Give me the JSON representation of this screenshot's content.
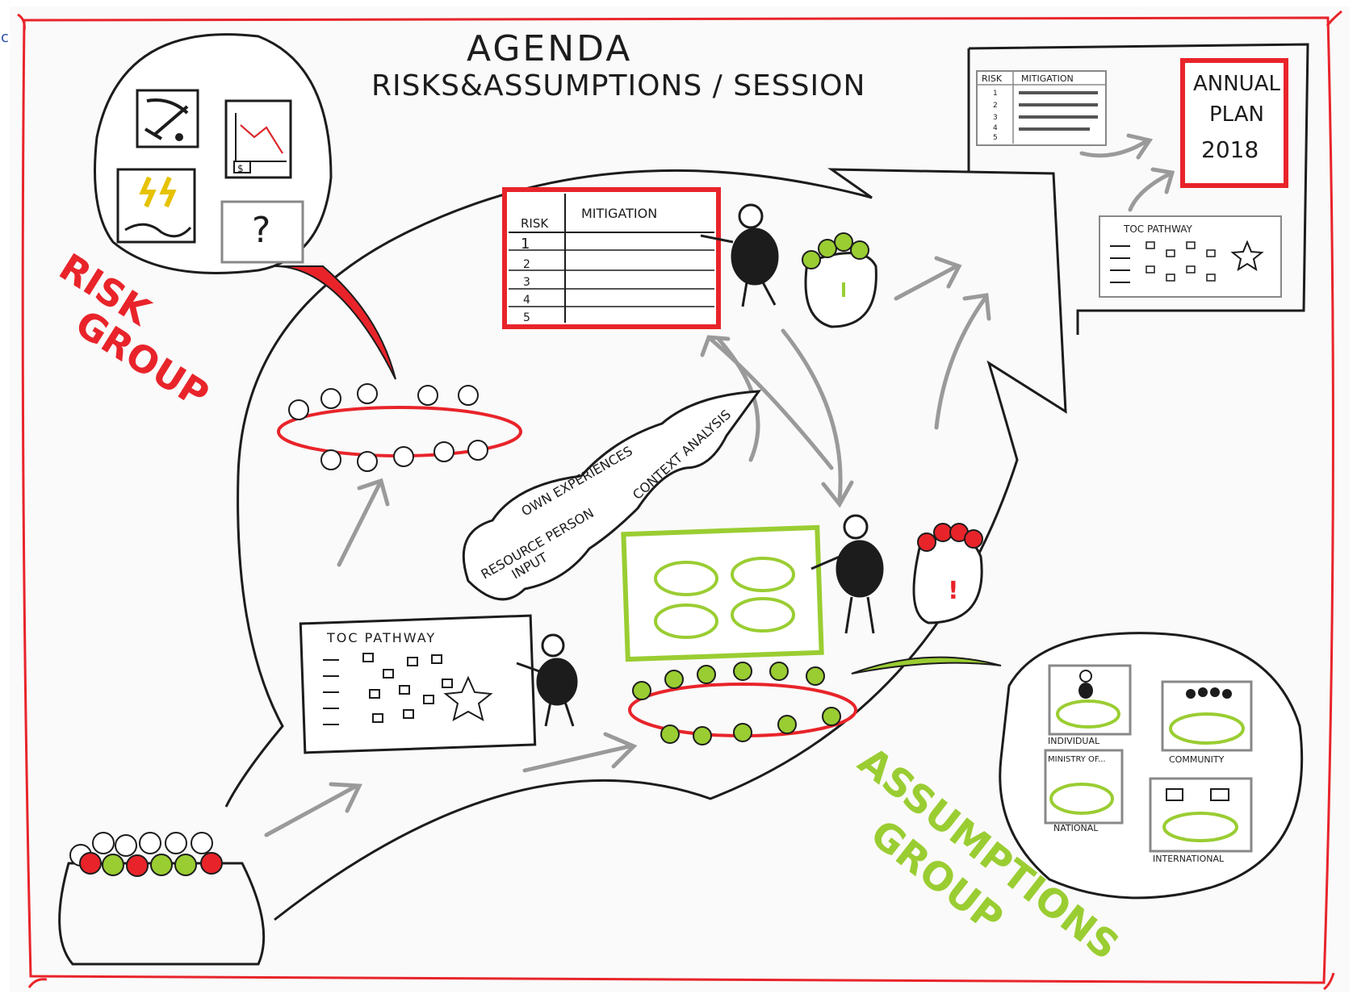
{
  "corner_mark": "c",
  "title": {
    "line1": "AGENDA",
    "line2": "RISKS&ASSUMPTIONS / SESSION"
  },
  "risk_group": {
    "line1": "RISK",
    "line2": "GROUP"
  },
  "assumptions_group": {
    "line1": "ASSUMPTIONS",
    "line2": "GROUP"
  },
  "risk_table": {
    "col_risk": "RISK",
    "col_mitigation": "MITIGATION",
    "rows": [
      "1",
      "2",
      "3",
      "4",
      "5"
    ]
  },
  "mini_risk_table": {
    "col_risk": "RISK",
    "col_mitigation": "MITIGATION",
    "rows": [
      "1",
      "2",
      "3",
      "4",
      "5"
    ]
  },
  "annual_plan": {
    "line1": "ANNUAL",
    "line2": "PLAN",
    "line3": "2018"
  },
  "toc_pathway": {
    "label": "TOC PATHWAY"
  },
  "mini_toc_pathway": {
    "label": "TOC PATHWAY"
  },
  "risk_icons": {
    "question_mark": "?",
    "price_label": "$"
  },
  "puzzle": {
    "own_experiences": "OWN EXPERIENCES",
    "context_analysis": "CONTEXT ANALYSIS",
    "resource_person": "RESOURCE PERSON",
    "input": "INPUT"
  },
  "exclamation": "!",
  "levels": {
    "individual": "INDIVIDUAL",
    "community": "COMMUNITY",
    "ministry": "MINISTRY OF...",
    "national": "NATIONAL",
    "international": "INTERNATIONAL"
  },
  "colors": {
    "ink": "#1c1c1c",
    "red": "#e8242a",
    "green": "#9acd32",
    "grey": "#9a9a9a",
    "frame": "#e8242a"
  }
}
